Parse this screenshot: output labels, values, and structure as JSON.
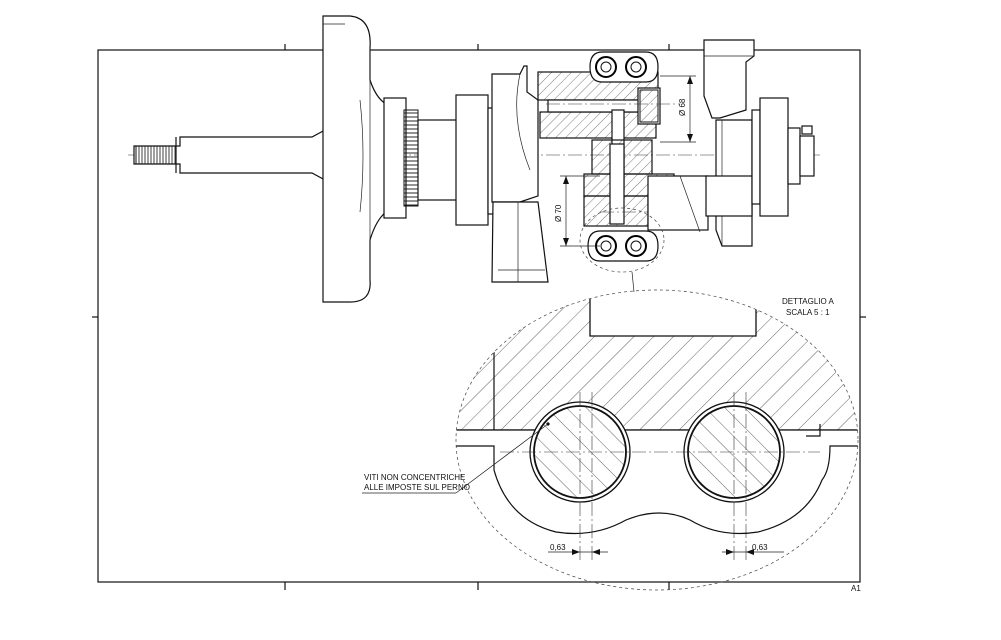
{
  "detail": {
    "title": "DETTAGLIO A",
    "scale": "SCALA 5 : 1"
  },
  "dimensions": {
    "dia_upper": "Ø 68",
    "dia_lower": "Ø 70",
    "offset_left": "0,63",
    "offset_right": "0,63"
  },
  "note": {
    "line1": "VITI NON CONCENTRICHE",
    "line2": "ALLE IMPOSTE SUL PERNO"
  },
  "sheet": {
    "size": "A1"
  }
}
